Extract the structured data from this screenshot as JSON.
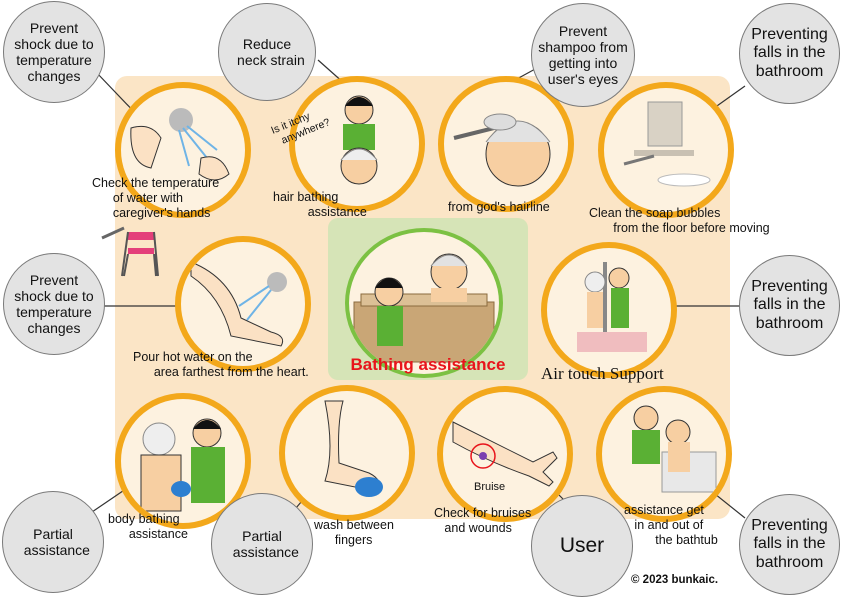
{
  "title": "Bathing assistance",
  "center_caption": "Air touch Support",
  "copyright": "© 2023 bunkaic.",
  "bubbles": {
    "shock_top": "Prevent\nshock due to\ntemperature\nchanges",
    "neck": "Reduce\n  neck strain",
    "shampoo": "Prevent\nshampoo from\ngetting into\nuser's eyes",
    "falls_top": "Preventing\nfalls in the\nbathroom",
    "shock_mid": "Prevent\nshock due to\ntemperature\nchanges",
    "falls_mid": "Preventing\nfalls in the\nbathroom",
    "partial_left": "Partial\n  assistance",
    "partial_mid": "Partial\n  assistance",
    "user": "User",
    "falls_bottom": "Preventing\nfalls in the\nbathroom"
  },
  "labels": {
    "check_temp": "Check the temperature\n      of water with\n      caregiver's hands",
    "itchy": "Is it itchy\n  anywhere?",
    "hair": "hair bathing\n          assistance",
    "hairline": "from god's hairline",
    "soap": "Clean the soap bubbles\n       from the floor before moving",
    "hot_water": "Pour hot water on the\n      area farthest from the heart.",
    "body": "body bathing\n      assistance",
    "wash": "wash between\n      fingers",
    "bruise": "Bruise",
    "bruises": "Check for bruises\n   and wounds",
    "bathtub": "assistance get\n   in and out of\n         the bathtub"
  }
}
